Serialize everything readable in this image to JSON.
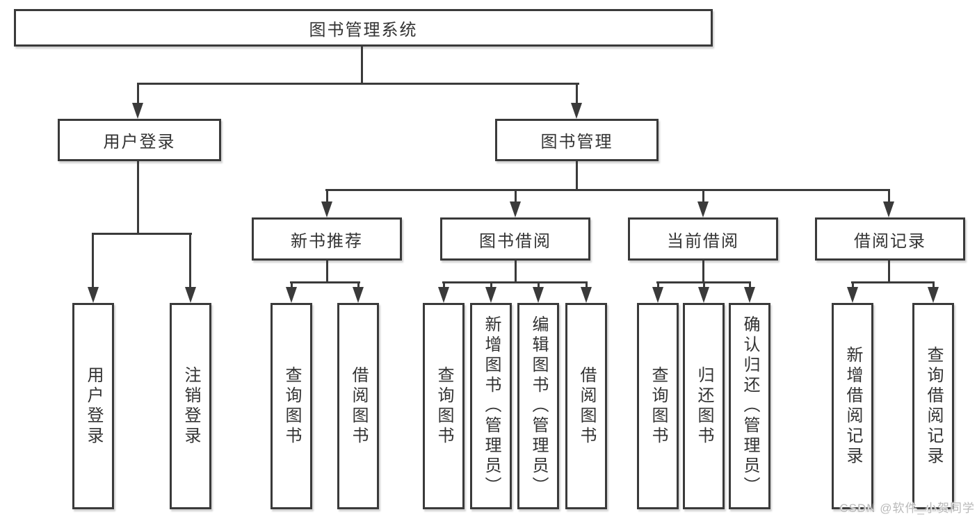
{
  "diagram": {
    "root": "图书管理系统",
    "level1": {
      "user_login": "用户登录",
      "book_mgmt": "图书管理"
    },
    "level2": {
      "new_book": "新书推荐",
      "borrow": "图书借阅",
      "current": "当前借阅",
      "records": "借阅记录"
    },
    "leaves": {
      "user_login": "用户登录",
      "logout": "注销登录",
      "nb_query": "查询图书",
      "nb_borrow": "借阅图书",
      "bw_query": "查询图书",
      "bw_add": "新增图书（管理员）",
      "bw_edit": "编辑图书（管理员）",
      "bw_borrow": "借阅图书",
      "cur_query": "查询图书",
      "cur_return": "归还图书",
      "cur_confirm": "确认归还（管理员）",
      "rec_add": "新增借阅记录",
      "rec_query": "查询借阅记录"
    }
  },
  "watermark": "CSDN @软件_小贺同学",
  "colors": {
    "line": "#3a3a3a",
    "text": "#333333",
    "watermark": "#b9b9b9"
  }
}
